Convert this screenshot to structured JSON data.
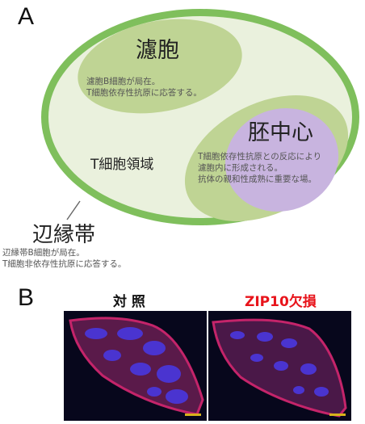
{
  "panel_a": {
    "letter": "A",
    "follicle": {
      "title": "濾胞",
      "desc": [
        "濾胞B細胞が局在。",
        "T細胞依存性抗原に応答する。"
      ]
    },
    "germinal_center": {
      "title": "胚中心",
      "desc": [
        "T細胞依存性抗原との反応により",
        "濾胞内に形成される。",
        "抗体の親和性成熟に重要な場。"
      ]
    },
    "t_zone": {
      "title": "T細胞領域"
    },
    "marginal_zone": {
      "title": "辺縁帯",
      "desc": [
        "辺縁帯B細胞が局在。",
        "T細胞非依存性抗原に応答する。"
      ]
    }
  },
  "panel_b": {
    "letter": "B",
    "control_label": "対 照",
    "knockout_label": "ZIP10欠損",
    "colors": {
      "control_label": "#111111",
      "knockout_label": "#e8141b",
      "tissue": "#c4246a",
      "follicle": "#4a34d0",
      "scale_bar": "#d6b21c"
    }
  },
  "colors": {
    "outer_ring": "#7fbf5c",
    "inner_fill": "#eaf1dd",
    "follicle": "#bfd494",
    "germinal_center": "#c8b4df"
  }
}
